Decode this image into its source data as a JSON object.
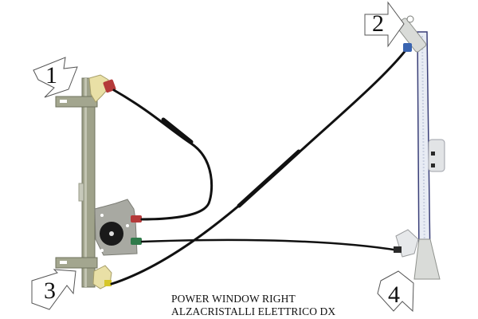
{
  "image": {
    "subject": "power window regulator",
    "background_color": "#ffffff"
  },
  "caption": {
    "line1": "POWER WINDOW RIGHT",
    "line2": "ALZACRISTALLI ELETTRICO DX"
  },
  "callouts": [
    {
      "number": "1",
      "direction": "down-right"
    },
    {
      "number": "2",
      "direction": "right"
    },
    {
      "number": "3",
      "direction": "up-right"
    },
    {
      "number": "4",
      "direction": "up-left"
    }
  ],
  "colors": {
    "rail_metal": "#9fa28a",
    "rail_metal_dark": "#6f735e",
    "right_rail": "#e8ecf4",
    "right_rail_edge": "#3a3f78",
    "cable": "#111111",
    "clip_yellow": "#e9e0a6",
    "connector_red": "#b53a3a",
    "connector_green": "#2f7a4a",
    "connector_blue": "#3a64b0",
    "motor_housing": "#a8a9a2",
    "motor_disc": "#1a1a1a"
  }
}
